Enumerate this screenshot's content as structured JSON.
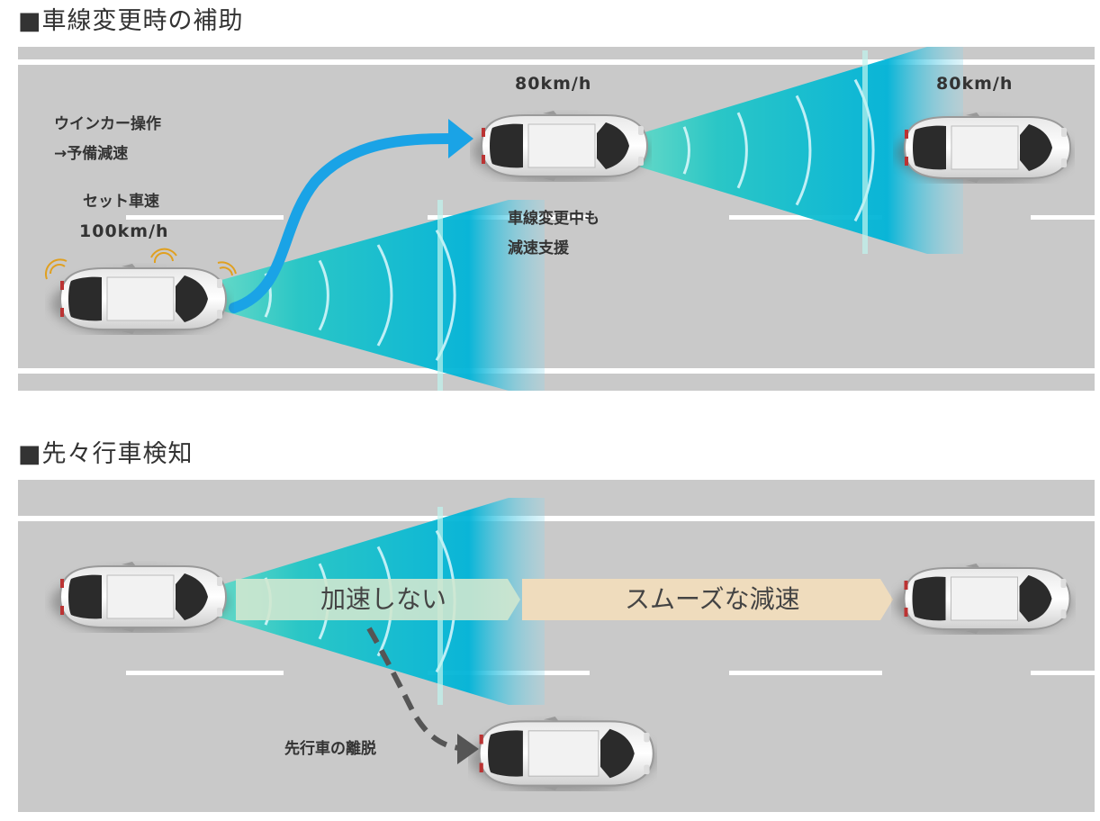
{
  "sections": [
    {
      "title": "■車線変更時の補助",
      "labels": {
        "turn_signal_line1": "ウインカー操作",
        "turn_signal_line2": "→予備減速",
        "set_speed_line1": "セット車速",
        "set_speed_line2": "100km/h",
        "middle_car_speed": "80km/h",
        "front_car_speed": "80km/h",
        "lane_change_line1": "車線変更中も",
        "lane_change_line2": "減速支援"
      }
    },
    {
      "title": "■先々行車検知",
      "labels": {
        "no_acceleration": "加速しない",
        "smooth_deceleration": "スムーズな減速",
        "preceding_car_departure": "先行車の離脱"
      }
    }
  ],
  "colors": {
    "road": "#c9c9c9",
    "lane_marking": "#ffffff",
    "sensor_beam": "#00b4d0",
    "sensor_beam_light": "#7fe3c9",
    "lane_change_arrow": "#1aa3e6",
    "banner_green": "#cfe7cf",
    "banner_beige": "#efdcbd",
    "departure_arrow": "#555555"
  },
  "icons": [
    "car-icon",
    "blinker-icon",
    "curved-arrow-icon",
    "dashed-arrow-icon"
  ]
}
